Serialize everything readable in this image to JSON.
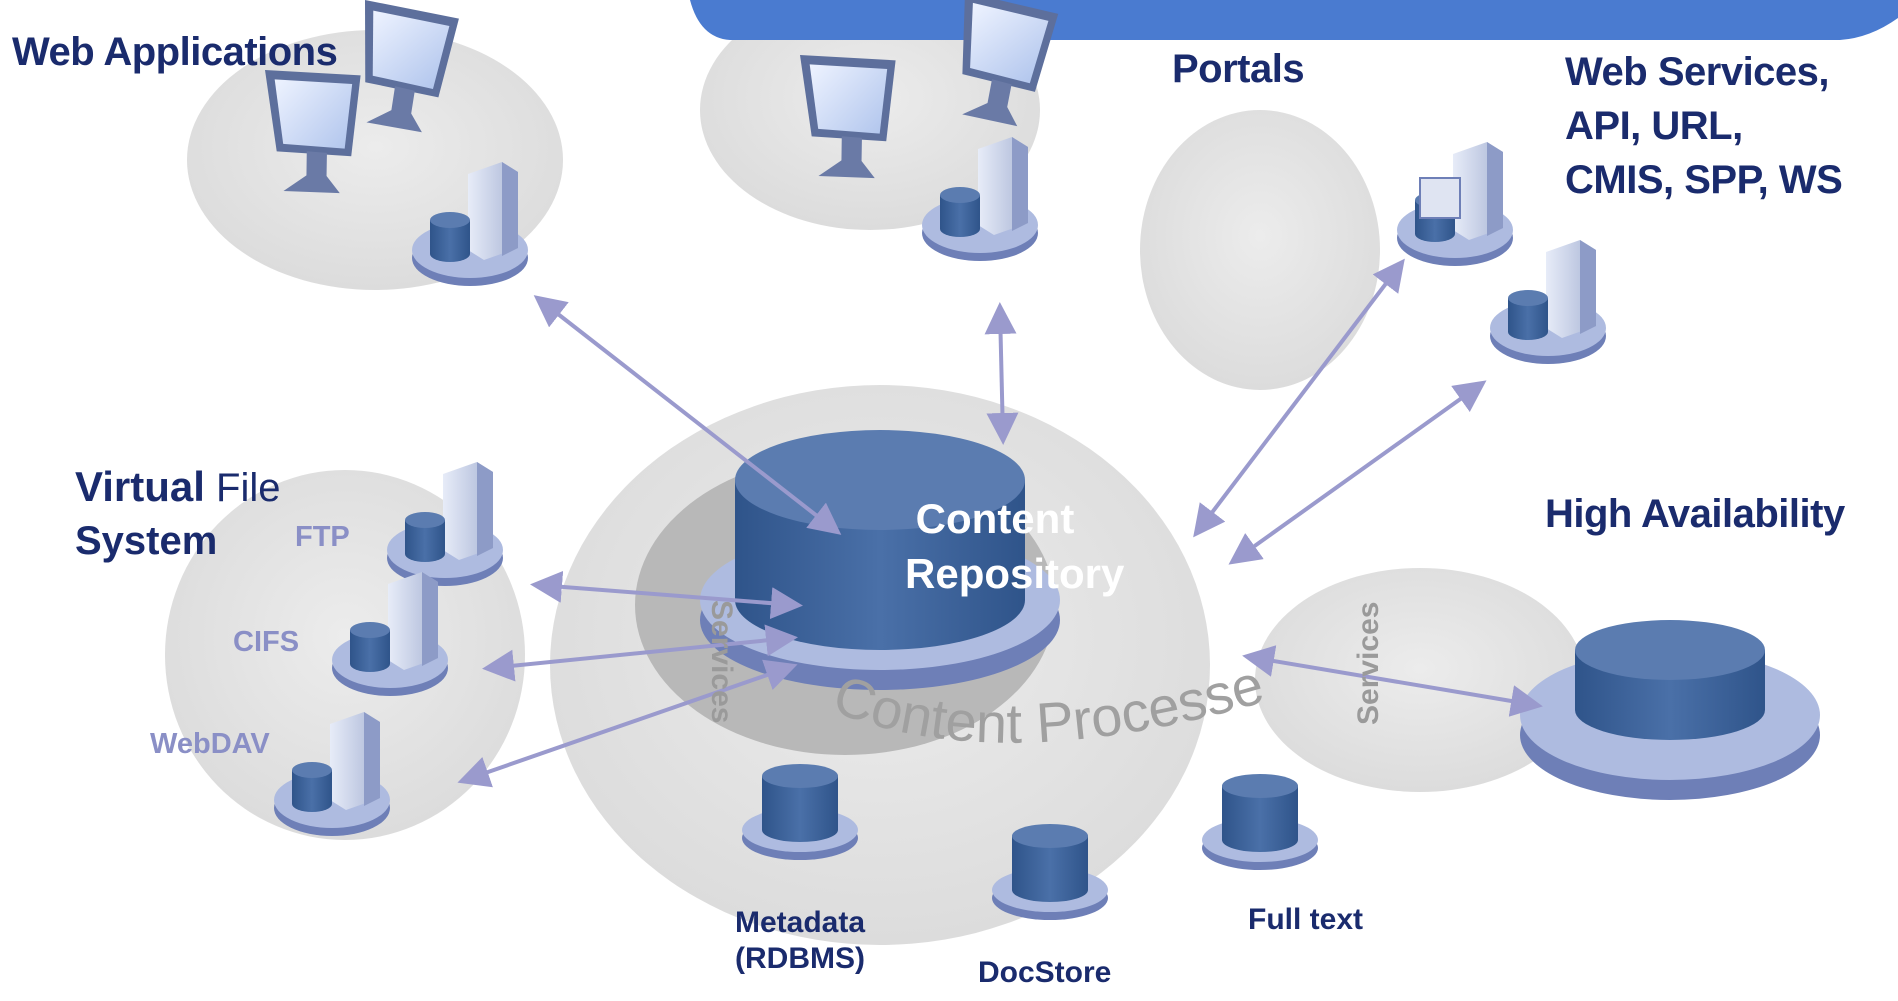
{
  "title": "",
  "labels": {
    "web_applications": "Web Applications",
    "portals": "Portals",
    "web_services_line1": "Web Services,",
    "web_services_line2": "API, URL,",
    "web_services_line3": "CMIS, SPP, WS",
    "vfs_virtual": "Virtual",
    "vfs_file": " File",
    "vfs_system": "System",
    "ftp": "FTP",
    "cifs": "CIFS",
    "webdav": "WebDAV",
    "high_availability": "High Availability",
    "content_repository_line1": "Content",
    "content_repository_line2": "Repository",
    "content_processes": "Content Processes",
    "services_left": "Services",
    "services_right": "Services",
    "metadata_line1": "Metadata",
    "metadata_line2": "(RDBMS)",
    "docstore": "DocStore",
    "full_text": "Full text"
  },
  "colors": {
    "background": "#ffffff",
    "label_text": "#1a2b6d",
    "protocol_text": "#8a8fc6",
    "cluster_fill": "#e6e6e6",
    "ring_fill": "#b8b8b8",
    "connector": "#9a9acd",
    "db_top": "#5b7cb0",
    "db_body": "#3e649a",
    "base_disk": "#a9b9dc"
  },
  "icons": [
    "monitor-icon",
    "server-icon",
    "database-icon",
    "arrow-icon"
  ]
}
